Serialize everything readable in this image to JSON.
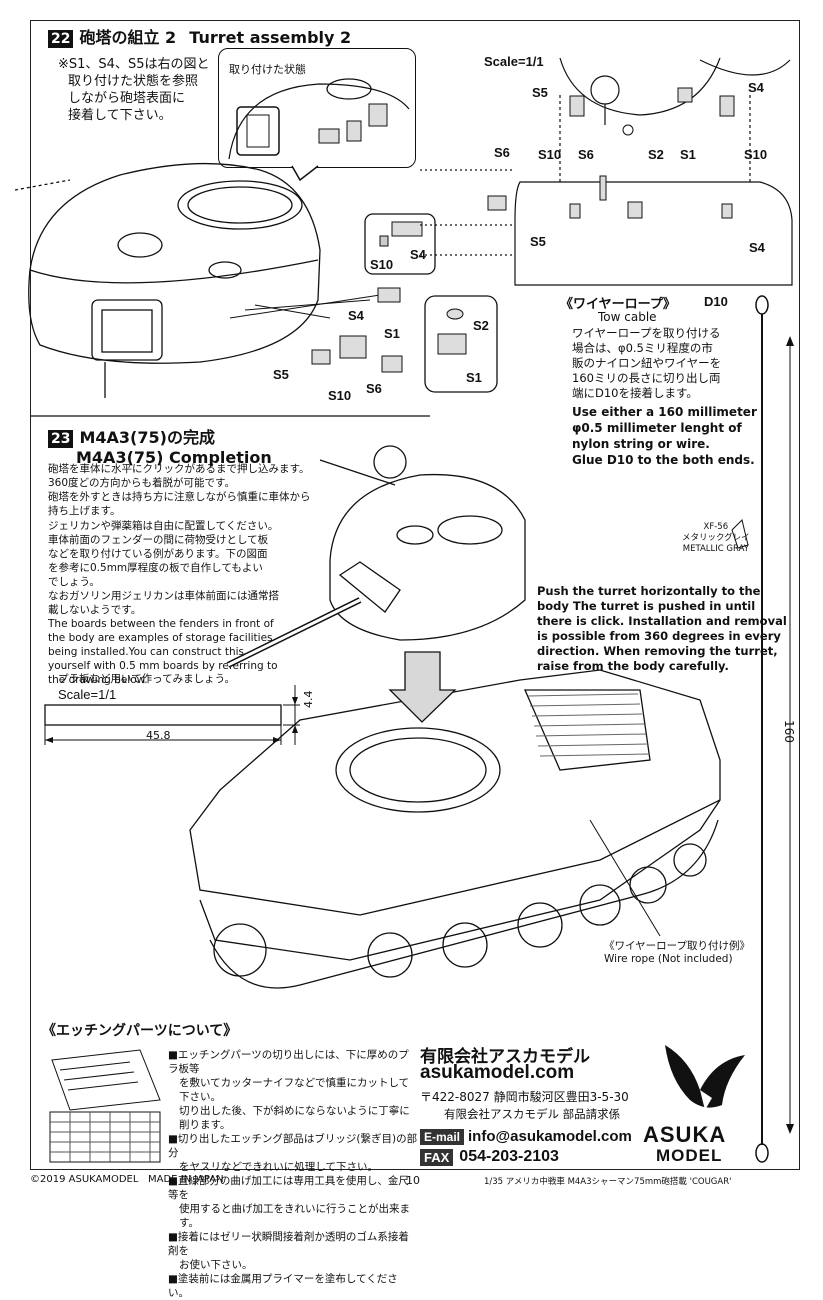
{
  "step22": {
    "num": "22",
    "title_jp": "砲塔の組立 2",
    "title_en": "Turret assembly 2",
    "note_lines": [
      "※S1、S4、S5は右の図と",
      "取り付けた状態を参照",
      "しながら砲塔表面に",
      "接着して下さい。"
    ],
    "callout_label": "取り付けた状態",
    "scale": "Scale=1/1",
    "parts": {
      "S1": "S1",
      "S2": "S2",
      "S4": "S4",
      "S5": "S5",
      "S6": "S6",
      "S10": "S10"
    }
  },
  "tow_cable": {
    "title_jp": "《ワイヤーロープ》",
    "title_en": "Tow cable",
    "part": "D10",
    "jp_lines": [
      "ワイヤーロープを取り付ける",
      "場合は、φ0.5ミリ程度の市",
      "販のナイロン紐やワイヤーを",
      "160ミリの長さに切り出し両",
      "端にD10を接着します。"
    ],
    "en_lines": [
      "Use either a 160 millimeter",
      "φ0.5 millimeter lenght of",
      "nylon   string or wire.",
      "Glue D10 to the both ends."
    ],
    "length": "160",
    "paint_code": "XF-56",
    "paint_jp": "メタリックグレイ",
    "paint_en": "METALLIC GRAY"
  },
  "step23": {
    "num": "23",
    "title_jp": "M4A3(75)の完成",
    "title_en": "M4A3(75) Completion",
    "jp_lines_1": [
      "砲塔を車体に水平にクリックがあるまで押し込みます。",
      "360度どの方向からも着脱が可能です。",
      "砲塔を外すときは持ち方に注意しながら慎重に車体から",
      "持ち上げます。"
    ],
    "jp_lines_2": [
      "ジェリカンや弾薬箱は自由に配置してください。",
      "車体前面のフェンダーの間に荷物受けとして板",
      "などを取り付けている例があります。下の図面",
      "を参考に0.5mm厚程度の板で自作してもよい",
      "でしょう。",
      "なおガソリン用ジェリカンは車体前面には通常搭",
      "載しないようです。"
    ],
    "en_lines": [
      "The boards between the fenders in front of",
      "the body are examples of storage facilities",
      "being installed.You can construct this",
      "yourself with 0.5 mm boards by referring to",
      "the drawing below."
    ],
    "jp_plastic": "プラ板など用いて作ってみましょう。",
    "scale": "Scale=1/1",
    "dim_width": "45.8",
    "dim_height": "4.4",
    "push_note": [
      "Push the turret horizontally to the",
      "body The turret is pushed in until",
      "there is click. Installation and removal",
      "is possible from 360 degrees in every",
      "direction. When removing the turret,",
      "raise from the body carefully."
    ],
    "wire_example_jp": "《ワイヤーロープ取り付け例》",
    "wire_example_en": "Wire rope (Not included)"
  },
  "etching": {
    "title": "《エッチングパーツについて》",
    "items": [
      "エッチングパーツの切り出しには、下に厚めのプラ板等",
      "を敷いてカッターナイフなどで慎重にカットして下さい。",
      "切り出した後、下が斜めにならないように丁寧に削ります。",
      "切り出したエッチング部品はブリッジ(繋ぎ目)の部分",
      "をヤスリなどできれいに処理して下さい。",
      "直線部分の曲げ加工には専用工具を使用し、金尺等を",
      "使用すると曲げ加工をきれいに行うことが出来ます。",
      "接着にはゼリー状瞬間接着剤か透明のゴム系接着剤を",
      "お使い下さい。",
      "塗装前には金属用プライマーを塗布してください。"
    ]
  },
  "company": {
    "name_jp": "有限会社アスカモデル",
    "web": "asukamodel.com",
    "address": "〒422-8027 静岡市駿河区豊田3-5-30",
    "dept": "有限会社アスカモデル 部品請求係",
    "email_label": "E-mail",
    "email": "info@asukamodel.com",
    "fax_label": "FAX",
    "fax": "054-203-2103",
    "logo_top": "ASUKA",
    "logo_bottom": "MODEL"
  },
  "footer": {
    "copyright": "©2019 ASUKAMODEL",
    "made_in": "MADE IN JAPAN",
    "page": "10",
    "product": "1/35 アメリカ中戦車 M4A3シャーマン75mm砲搭載 'COUGAR'"
  },
  "colors": {
    "ink": "#111111",
    "paper": "#ffffff",
    "gray": "#8a8a8a"
  }
}
